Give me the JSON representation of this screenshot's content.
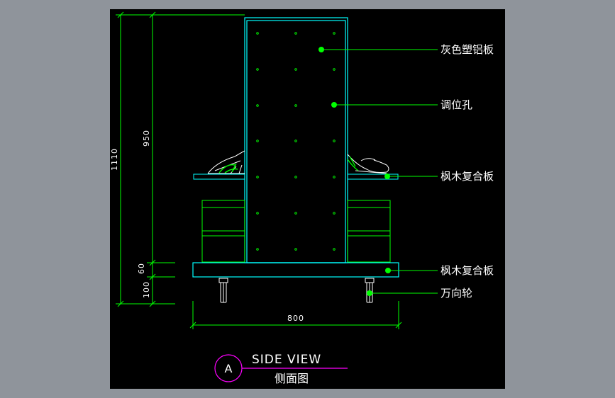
{
  "drawing": {
    "background": "#000000",
    "frame_color": "#8f949b",
    "colors": {
      "cyan": "#00ffff",
      "green": "#00ff00",
      "white": "#ffffff",
      "magenta": "#ff00ff"
    },
    "dimensions": {
      "total_height": "1110",
      "panel_height": "950",
      "base_height": "60",
      "caster_height": "100",
      "width": "800"
    },
    "callouts": [
      {
        "id": "gray-aluminum-panel",
        "label": "灰色塑铝板"
      },
      {
        "id": "adjust-holes",
        "label": "调位孔"
      },
      {
        "id": "maple-shelf",
        "label": "枫木复合板"
      },
      {
        "id": "maple-base",
        "label": "枫木复合板"
      },
      {
        "id": "casters",
        "label": "万向轮"
      }
    ],
    "title": {
      "marker": "A",
      "main": "SIDE VIEW",
      "sub": "侧面图"
    }
  }
}
